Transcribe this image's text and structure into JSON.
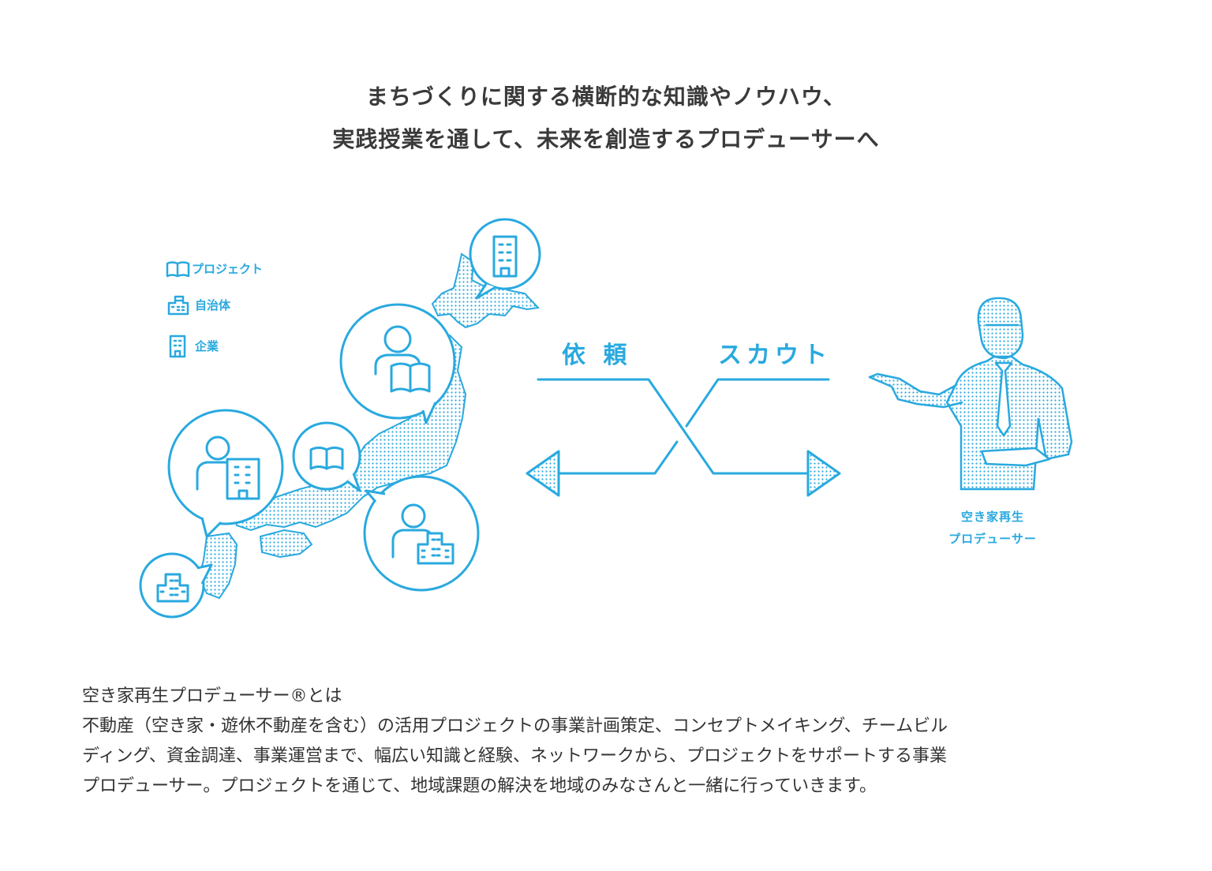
{
  "heading": {
    "line1": "まちづくりに関する横断的な知識やノウハウ、",
    "line2": "実践授業を通して、未来を創造するプロデューサーへ"
  },
  "legend": {
    "project": "プロジェクト",
    "municipality": "自治体",
    "company": "企業"
  },
  "flow": {
    "request": "依 頼",
    "scout": "スカウト"
  },
  "producer": {
    "line1": "空き家再生",
    "line2": "プロデューサー"
  },
  "description": {
    "title": "空き家再生プロデューサー®とは",
    "lines": [
      "不動産（空き家・遊休不動産を含む）の活用プロジェクトの事業計画策定、コンセプトメイキング、チームビル",
      "ディング、資金調達、事業運営まで、幅広い知識と経験、ネットワークから、プロジェクトをサポートする事業",
      "プロデューサー。プロジェクトを通じて、地域課題の解決を地域のみなさんと一緒に行っていきます。"
    ]
  },
  "colors": {
    "accent": "#29a9df",
    "text": "#333333"
  },
  "icons": [
    "book-icon",
    "city-hall-icon",
    "office-building-icon",
    "person-icon"
  ]
}
